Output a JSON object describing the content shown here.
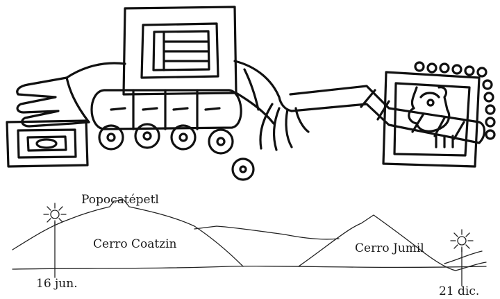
{
  "labels": {
    "peak": "Popocatépetl",
    "mountain_left": "Cerro Coatzin",
    "mountain_right": "Cerro Jumil",
    "date_left": "16 jun.",
    "date_right": "21 dic."
  },
  "icons": {
    "codex_glyph": "codex-glyph-icon",
    "sun_left": "sun-icon",
    "sun_right": "sun-icon"
  },
  "colors": {
    "ink": "#111111",
    "background": "#ffffff"
  }
}
